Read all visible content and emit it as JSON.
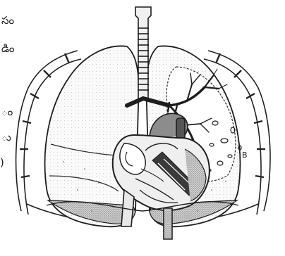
{
  "margin_text": [
    "సం",
    "డిం",
    "ం",
    "ు",
    ")"
  ],
  "inset_labels": [
    "B"
  ],
  "figure": {
    "structures": [
      "trachea",
      "bronchial-tree",
      "right-lung",
      "left-lung",
      "heart",
      "diaphragm",
      "rib-cage"
    ]
  }
}
